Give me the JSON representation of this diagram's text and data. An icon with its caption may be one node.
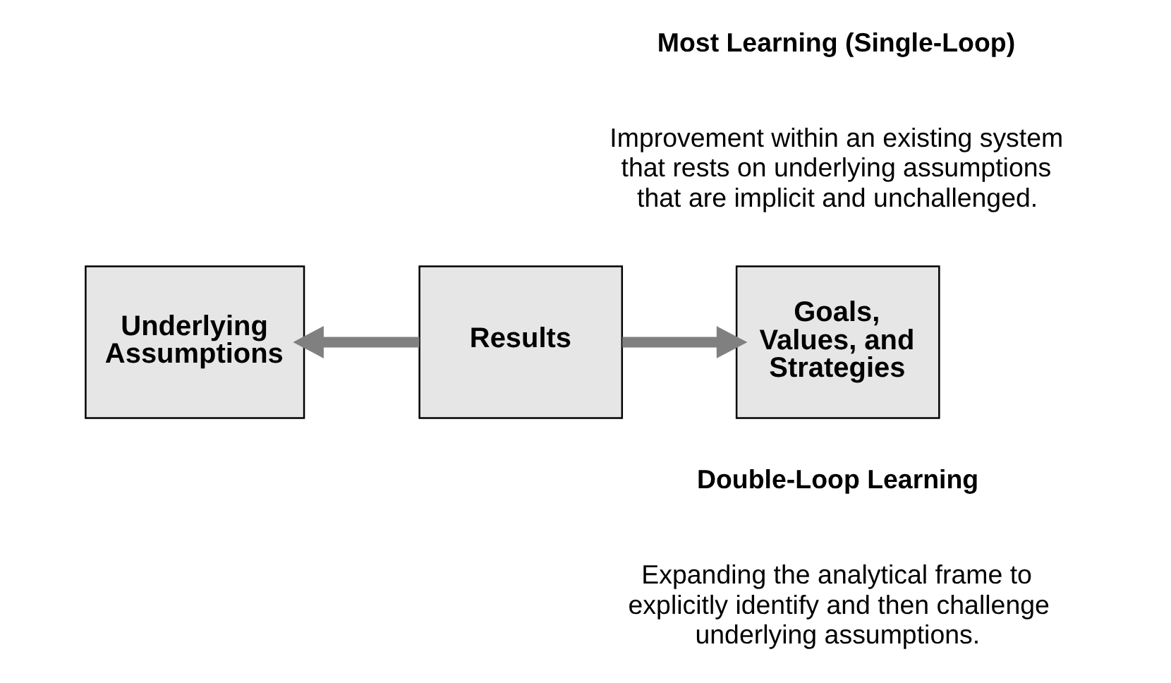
{
  "diagram": {
    "nodes": [
      {
        "text": [
          "Underlying Assumptions"
        ]
      },
      {
        "text": [
          "Goals, Values, and Strategies"
        ]
      },
      {
        "text": [
          "Results"
        ]
      }
    ],
    "edges": [
      {
        "from": 2,
        "to": 1,
        "arrow": "to"
      },
      {
        "from": 2,
        "to": 0,
        "arrow": "to"
      }
    ],
    "labels": [
      "Most Learning (Single-Loop)",
      "Improvement within an existing system that rests on underlying assumptions that are implicit and unchallenged.",
      "Double-Loop Learning",
      "Expanding the analytical frame to explicitly identify and then challenge underlying assumptions."
    ]
  }
}
